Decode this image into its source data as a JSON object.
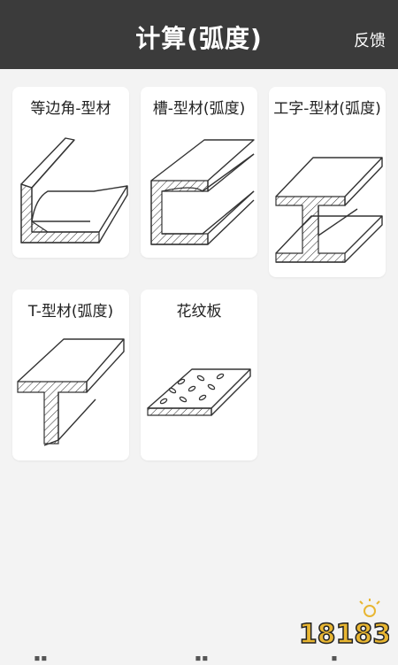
{
  "header": {
    "title": "计算(弧度)",
    "feedback": "反馈"
  },
  "cards": [
    {
      "label": "等边角-型材",
      "icon": "equal-angle-profile-icon"
    },
    {
      "label": "槽-型材(弧度)",
      "icon": "channel-profile-icon"
    },
    {
      "label": "工字-型材(弧度)",
      "icon": "i-beam-profile-icon"
    },
    {
      "label": "T-型材(弧度)",
      "icon": "t-profile-icon"
    },
    {
      "label": "花纹板",
      "icon": "checker-plate-icon"
    }
  ],
  "watermark": {
    "text": "18183"
  },
  "colors": {
    "header_bg": "#3b3b3b",
    "page_bg": "#f3f3f3",
    "card_bg": "#ffffff",
    "watermark": "#e8b632"
  }
}
